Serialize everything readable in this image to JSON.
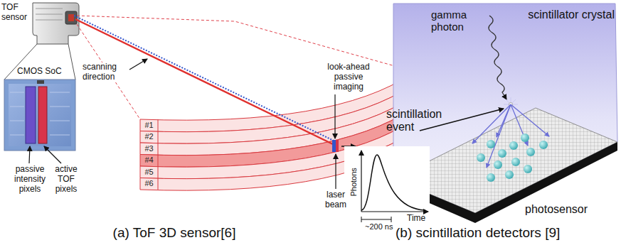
{
  "diagram": {
    "nodes": [
      {
        "text": [
          "#1"
        ]
      },
      {
        "text": [
          "#2"
        ]
      },
      {
        "text": [
          "#3"
        ]
      },
      {
        "text": [
          "#4"
        ]
      },
      {
        "text": [
          "#5"
        ]
      },
      {
        "text": [
          "#6"
        ]
      }
    ],
    "labels": [
      "TOF sensor",
      "CMOS SoC",
      "passive intensity pixels",
      "active TOF pixels",
      "scanning direction",
      "look-ahead passive imaging",
      "laser beam",
      "gamma photon",
      "scintillator crystal",
      "scintillation event",
      "Photons",
      "Time",
      "~200 ns",
      "photosensor",
      "(a) ToF 3D sensor[6]",
      "(b) scintillation detectors [9]"
    ]
  }
}
